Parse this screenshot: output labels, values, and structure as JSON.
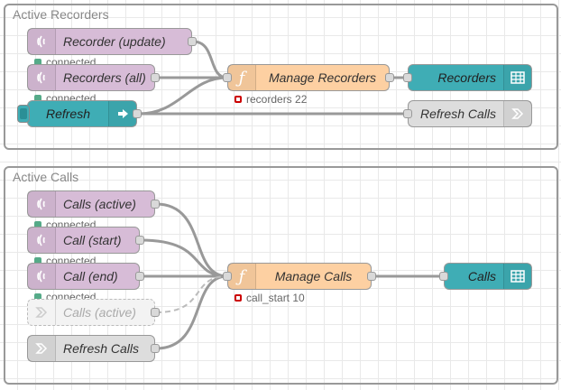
{
  "groups": {
    "recorders_label": "Active Recorders",
    "calls_label": "Active Calls"
  },
  "nodes": {
    "recorder_update": "Recorder (update)",
    "recorders_all": "Recorders (all)",
    "refresh": "Refresh",
    "manage_recorders": "Manage Recorders",
    "recorders_table": "Recorders",
    "refresh_calls_out": "Refresh Calls",
    "calls_active": "Calls (active)",
    "call_start": "Call (start)",
    "call_end": "Call (end)",
    "calls_active_ghost": "Calls (active)",
    "refresh_calls_in": "Refresh Calls",
    "manage_calls": "Manage Calls",
    "calls_table": "Calls"
  },
  "statuses": {
    "connected_1": "connected",
    "connected_2": "connected",
    "recorders_count": "recorders 22",
    "connected_3": "connected",
    "connected_4": "connected",
    "connected_5": "connected",
    "call_start_count": "call_start 10"
  },
  "icons": {
    "mqtt": "radio-waves-icon",
    "function": "function-icon",
    "table": "table-grid-icon",
    "inject": "arrow-right-icon",
    "link": "link-arrow-icon"
  },
  "colors": {
    "mqtt": "#d7bcd7",
    "function": "#fdd0a2",
    "table": "#3fadb5",
    "link": "#dddddd",
    "status_ok": "#5a8",
    "status_err": "#c00"
  }
}
